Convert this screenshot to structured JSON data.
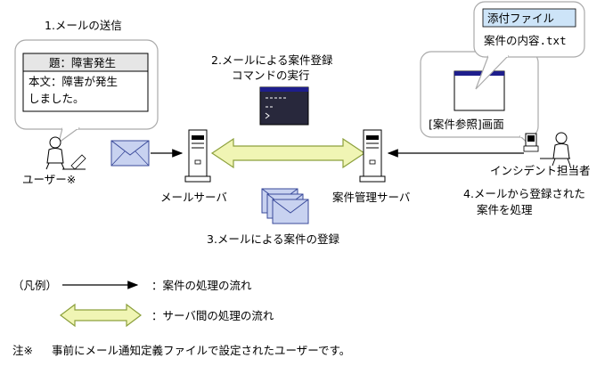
{
  "step1": {
    "label": "1.メールの送信"
  },
  "email_message": {
    "subject": "題：障害発生",
    "body_line1": "本文：障害が発生",
    "body_line2": "しました。"
  },
  "step2": {
    "line1": "2.メールによる案件登録",
    "line2": "コマンドの実行"
  },
  "step3": {
    "label": "3.メールによる案件の登録"
  },
  "step4": {
    "line1": "4.メールから登録された",
    "line2": "案件を処理"
  },
  "attachment": {
    "title": "添付ファイル",
    "content": "案件の内容.txt"
  },
  "screen": {
    "label": "[案件参照]画面"
  },
  "actors": {
    "user": "ユーザー※",
    "mail_server": "メールサーバ",
    "case_server": "案件管理サーバ",
    "person_in_charge": "インシデント担当者"
  },
  "legend": {
    "heading": "（凡例）",
    "case_flow": "：案件の処理の流れ",
    "server_flow": "：サーバ間の処理の流れ"
  },
  "footnote": {
    "mark": "注※",
    "text": "事前にメール通知定義ファイルで設定されたユーザーです。"
  },
  "colors": {
    "envelope_fill": "#c8d2f0",
    "envelope_stroke": "#3a4a9a",
    "arrow_fill": "#f0f5b4",
    "arrow_stroke": "#8ca03c",
    "terminal_bg": "#28283c",
    "window_title": "#1e1e8c",
    "attachment_title_bg": "#cde4f8"
  }
}
